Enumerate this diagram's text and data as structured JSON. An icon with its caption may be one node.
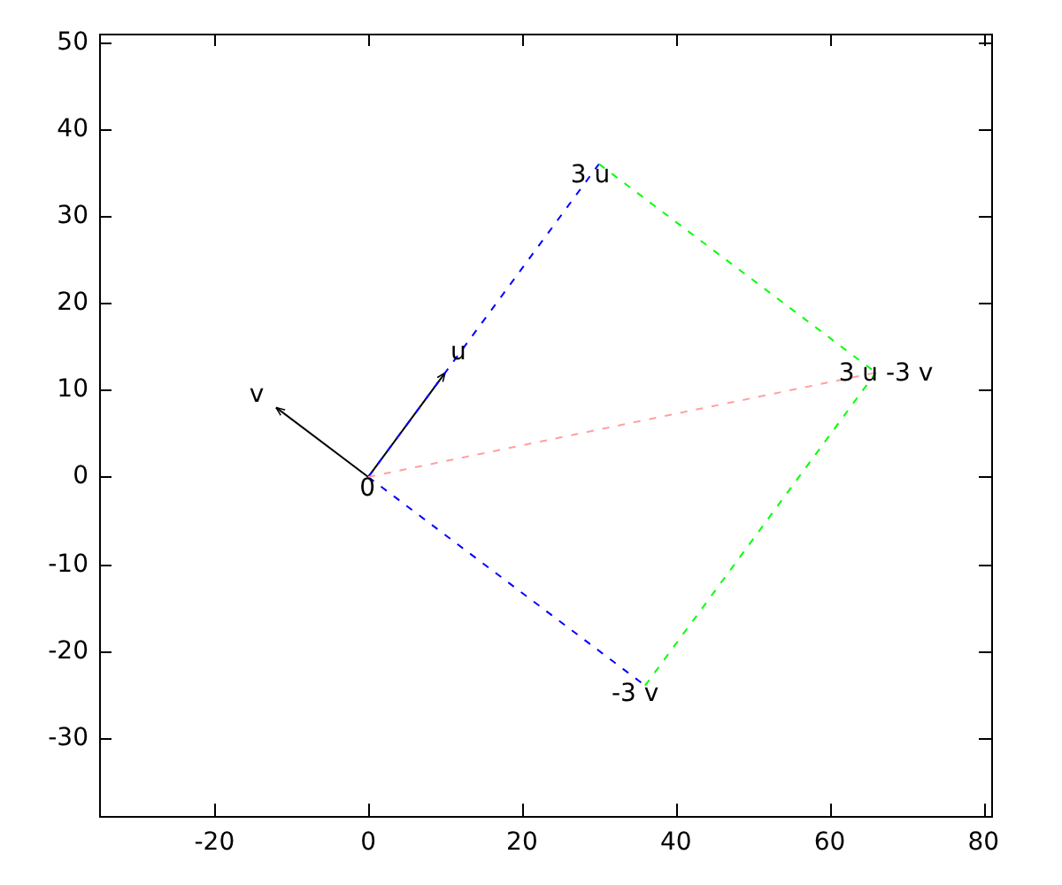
{
  "diagram": {
    "nodes": [
      {
        "text": [
          "3 u"
        ]
      },
      {
        "text": [
          "u"
        ]
      },
      {
        "text": [
          "3 u -3 v"
        ]
      },
      {
        "text": [
          "v"
        ]
      },
      {
        "text": [
          "0"
        ]
      },
      {
        "text": [
          "-3 v"
        ]
      }
    ],
    "edges": [
      {
        "from": 4,
        "to": 1,
        "arrow": "to"
      },
      {
        "from": 4,
        "to": 3,
        "arrow": "to"
      },
      {
        "from": 4,
        "to": 0,
        "arrow": "none",
        "style": "dashed",
        "color": "#0000ff"
      },
      {
        "from": 4,
        "to": 5,
        "arrow": "none",
        "style": "dashed",
        "color": "#0000ff"
      },
      {
        "from": 0,
        "to": 2,
        "arrow": "none",
        "style": "dashed",
        "color": "#00ff00"
      },
      {
        "from": 5,
        "to": 2,
        "arrow": "none",
        "style": "dashed",
        "color": "#00ff00"
      },
      {
        "from": 4,
        "to": 2,
        "arrow": "none",
        "style": "dashed",
        "color": "#ffa0a0"
      }
    ],
    "labels": [
      "50",
      "40",
      "30",
      "20",
      "10",
      "0",
      "-10",
      "-20",
      "-30",
      "-20",
      "0",
      "20",
      "40",
      "60",
      "80"
    ]
  }
}
